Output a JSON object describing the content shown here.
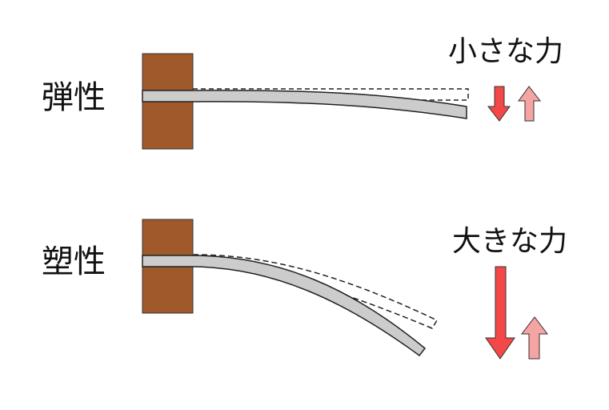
{
  "labels": {
    "elastic": "弾性",
    "plastic": "塑性",
    "small_force": "小さな力",
    "large_force": "大きな力"
  },
  "colors": {
    "wall": "#A0592B",
    "beam": "#CCCCCC",
    "force_arrow": "#F44848",
    "reaction_arrow": "#F5A3A3",
    "outline": "#222222"
  }
}
